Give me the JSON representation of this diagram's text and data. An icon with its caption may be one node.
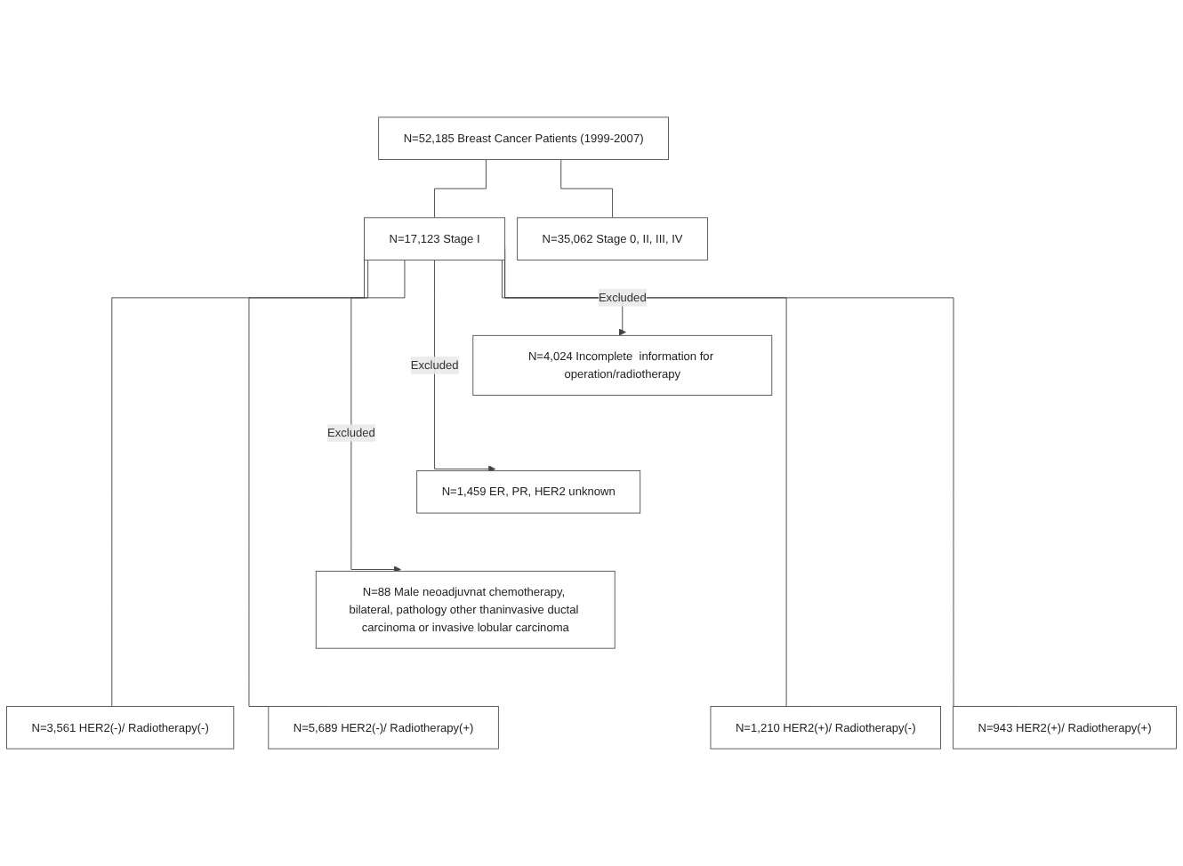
{
  "diagram": {
    "nodes": [
      {
        "text": [
          "N=52,185 Breast Cancer Patients (1999-2007)"
        ]
      },
      {
        "text": [
          "N=17,123 Stage I"
        ]
      },
      {
        "text": [
          "N=35,062 Stage 0, II, III, IV"
        ]
      },
      {
        "text": [
          "N=4,024 Incomplete  information for operation/radiotherapy"
        ]
      },
      {
        "text": [
          "N=1,459 ER, PR, HER2 unknown"
        ]
      },
      {
        "text": [
          "N=88 Male neoadjuvnat chemotherapy, bilateral, pathology other thaninvasive ductal carcinoma or invasive lobular carcinoma"
        ]
      },
      {
        "text": [
          "N=3,561 HER2(-)/ Radiotherapy(-)"
        ]
      },
      {
        "text": [
          "N=5,689 HER2(-)/ Radiotherapy(+)"
        ]
      },
      {
        "text": [
          "N=1,210 HER2(+)/ Radiotherapy(-)"
        ]
      },
      {
        "text": [
          "N=943 HER2(+)/ Radiotherapy(+)"
        ]
      }
    ],
    "edges": [
      {
        "from": 0,
        "to": 1,
        "arrow": "none"
      },
      {
        "from": 0,
        "to": 2,
        "arrow": "none"
      },
      {
        "from": 1,
        "to": 3,
        "arrow": "to",
        "label": "Excluded"
      },
      {
        "from": 1,
        "to": 4,
        "arrow": "to",
        "label": "Excluded"
      },
      {
        "from": 1,
        "to": 5,
        "arrow": "to",
        "label": "Excluded"
      },
      {
        "from": 1,
        "to": 6,
        "arrow": "none"
      },
      {
        "from": 1,
        "to": 7,
        "arrow": "none"
      },
      {
        "from": 1,
        "to": 8,
        "arrow": "none"
      },
      {
        "from": 1,
        "to": 9,
        "arrow": "none"
      }
    ]
  }
}
